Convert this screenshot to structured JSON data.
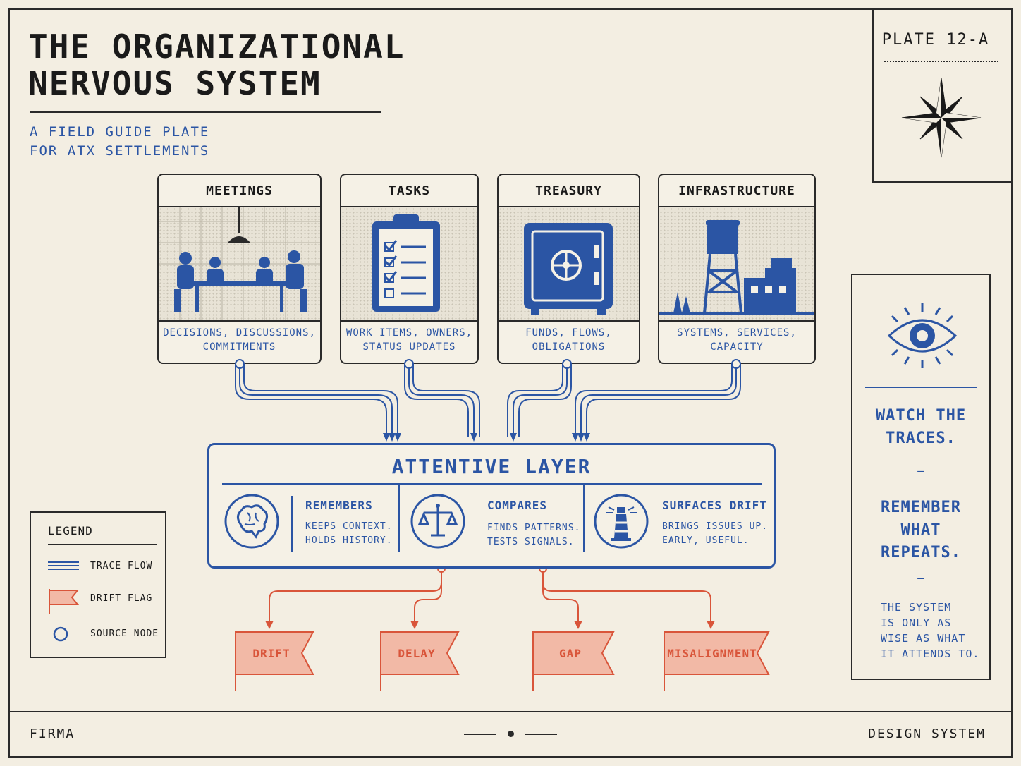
{
  "title": {
    "line1": "THE ORGANIZATIONAL",
    "line2": "NERVOUS SYSTEM"
  },
  "subtitle": {
    "line1": "A FIELD GUIDE PLATE",
    "line2": "FOR ATX SETTLEMENTS"
  },
  "plate": {
    "label": "PLATE 12-A",
    "emblem": "compass-star-icon"
  },
  "sources": [
    {
      "title": "MEETINGS",
      "desc1": "DECISIONS, DISCUSSIONS,",
      "desc2": "COMMITMENTS",
      "icon": "meeting-people-icon"
    },
    {
      "title": "TASKS",
      "desc1": "WORK ITEMS, OWNERS,",
      "desc2": "STATUS UPDATES",
      "icon": "clipboard-checklist-icon"
    },
    {
      "title": "TREASURY",
      "desc1": "FUNDS, FLOWS,",
      "desc2": "OBLIGATIONS",
      "icon": "safe-vault-icon"
    },
    {
      "title": "INFRASTRUCTURE",
      "desc1": "SYSTEMS, SERVICES,",
      "desc2": "CAPACITY",
      "icon": "water-tower-icon"
    }
  ],
  "layer": {
    "title": "ATTENTIVE LAYER",
    "features": [
      {
        "title": "REMEMBERS",
        "desc1": "KEEPS CONTEXT.",
        "desc2": "HOLDS HISTORY.",
        "icon": "brain-icon"
      },
      {
        "title": "COMPARES",
        "desc1": "FINDS PATTERNS.",
        "desc2": "TESTS SIGNALS.",
        "icon": "scales-icon"
      },
      {
        "title": "SURFACES DRIFT",
        "desc1": "BRINGS ISSUES UP.",
        "desc2": "EARLY, USEFUL.",
        "icon": "lighthouse-icon"
      }
    ]
  },
  "flags": [
    "DRIFT",
    "DELAY",
    "GAP",
    "MISALIGNMENT"
  ],
  "legend": {
    "title": "LEGEND",
    "items": [
      {
        "label": "TRACE FLOW",
        "icon": "trace-flow-lines-icon"
      },
      {
        "label": "DRIFT FLAG",
        "icon": "drift-flag-icon"
      },
      {
        "label": "SOURCE NODE",
        "icon": "source-node-icon"
      }
    ]
  },
  "side": {
    "icon": "eye-icon",
    "quote1": {
      "line1": "WATCH THE",
      "line2": "TRACES."
    },
    "quote2": {
      "line1": "REMEMBER",
      "line2": "WHAT",
      "line3": "REPEATS."
    },
    "small": {
      "line1": "THE SYSTEM",
      "line2": "IS ONLY AS",
      "line3": "WISE AS WHAT",
      "line4": "IT ATTENDS TO."
    },
    "separator": "—"
  },
  "footer": {
    "left": "FIRMA",
    "right": "DESIGN SYSTEM"
  },
  "colors": {
    "ink": "#1c1c1c",
    "blue": "#2b55a4",
    "red": "#d9553a",
    "paper": "#f3eee2"
  }
}
